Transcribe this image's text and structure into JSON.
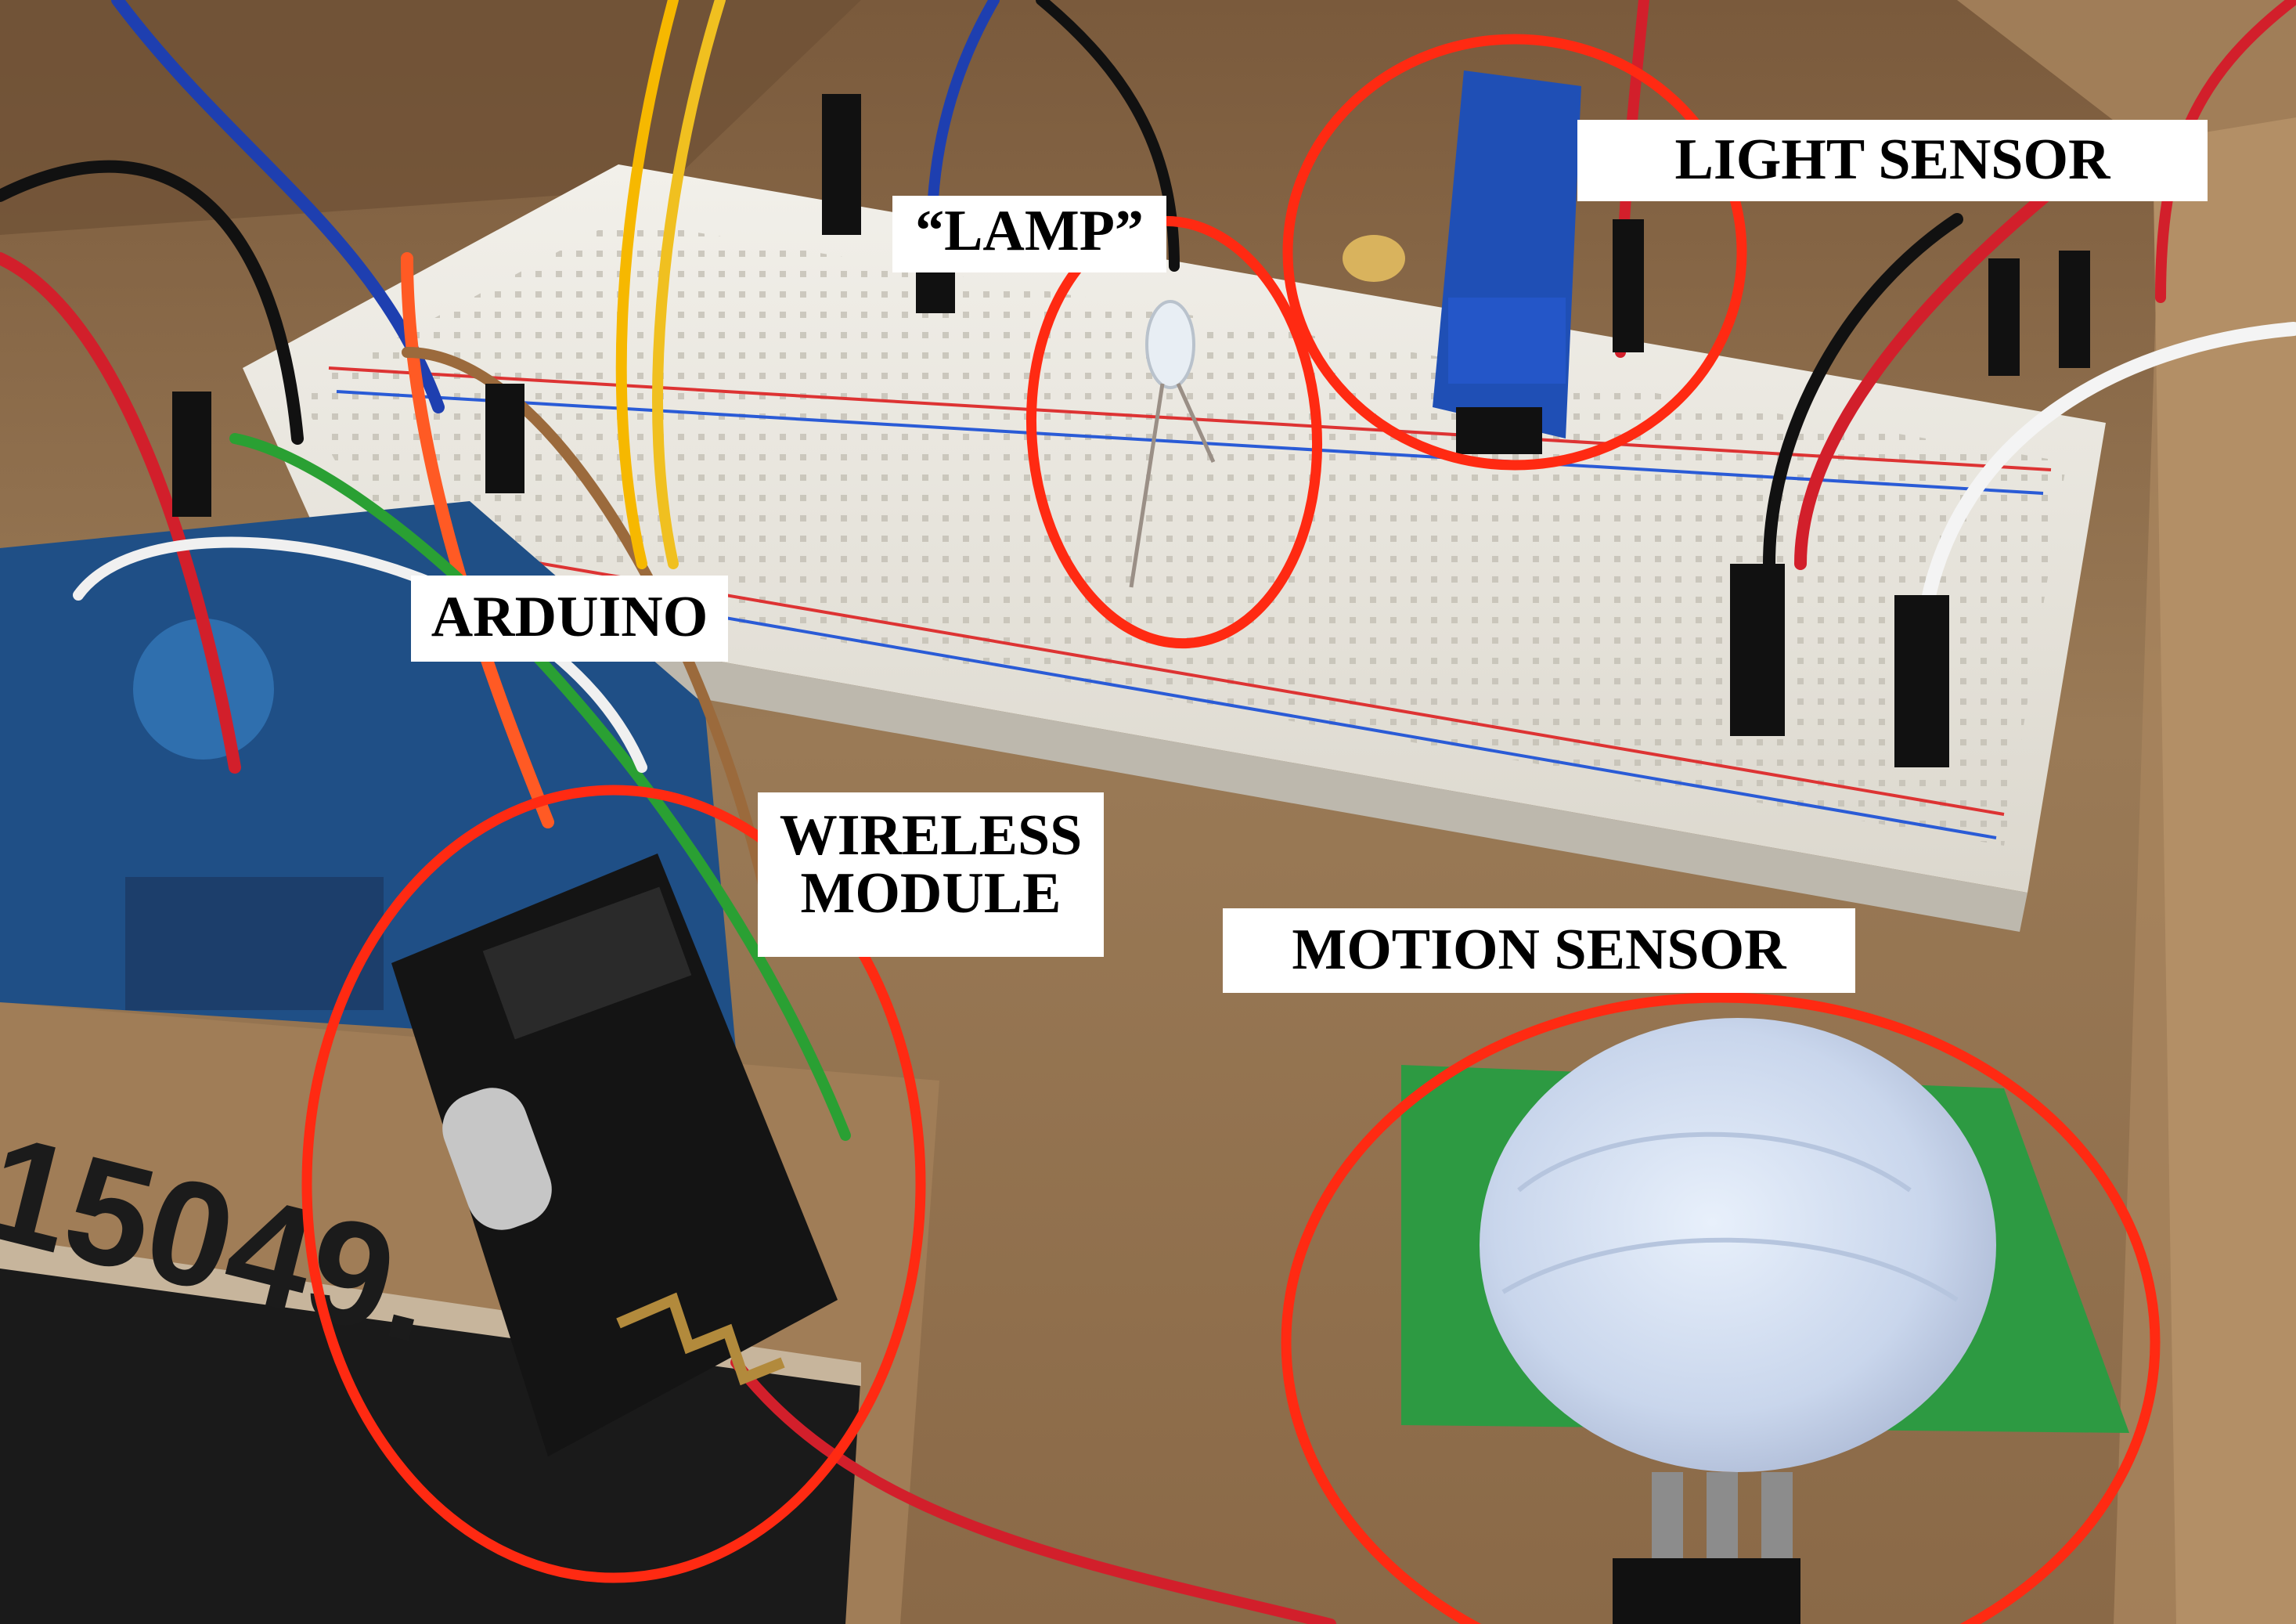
{
  "labels": {
    "lamp": "“LAMP”",
    "light_sensor": "LIGHT SENSOR",
    "arduino": "ARDUINO",
    "wireless_module": [
      "WIRELESS",
      "MODULE"
    ],
    "motion_sensor": "MOTION SENSOR"
  },
  "box_print": "15049.",
  "colors": {
    "highlight_circle": "#ff2a12",
    "label_bg": "#ffffff",
    "label_text": "#000000"
  }
}
